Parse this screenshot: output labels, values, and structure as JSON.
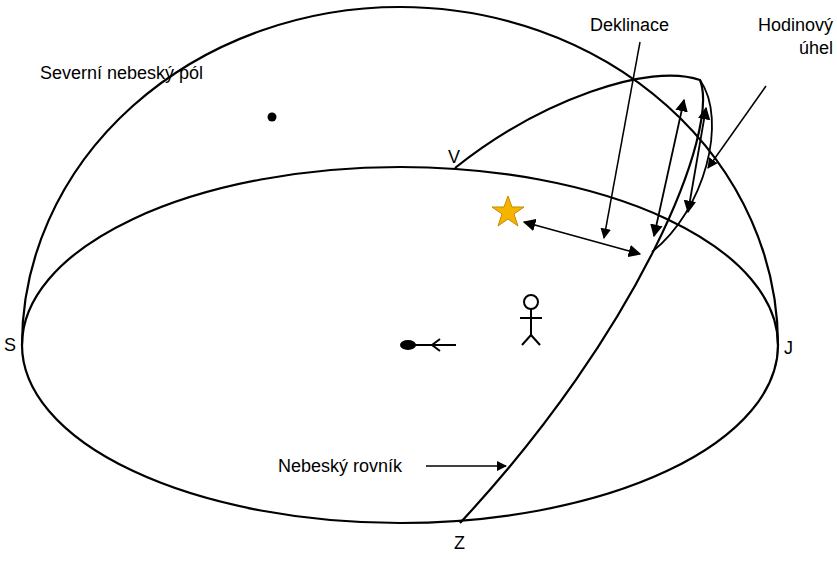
{
  "diagram": {
    "labels": [
      "Deklinace",
      "Hodinový úhel",
      "Severní nebeský pól",
      "V",
      "S",
      "J",
      "Nebeský rovník",
      "Z"
    ]
  }
}
